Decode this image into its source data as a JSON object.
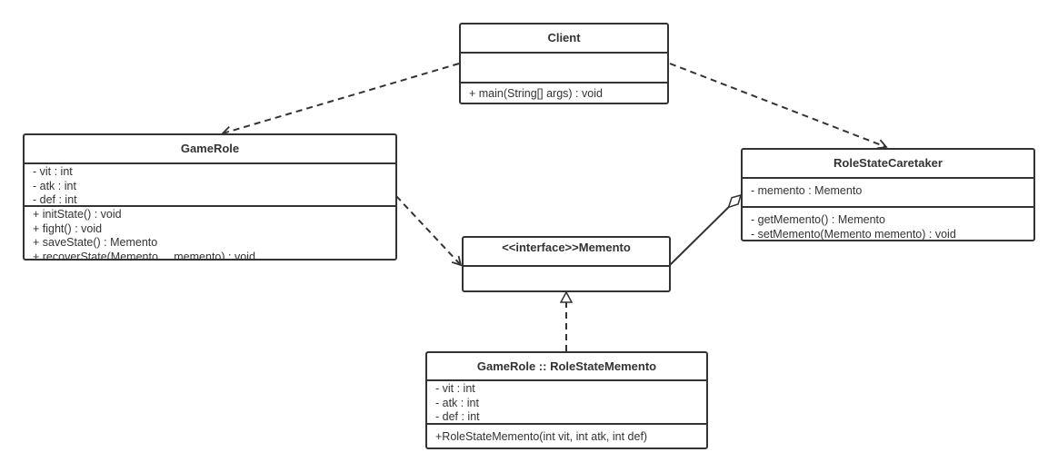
{
  "classes": {
    "client": {
      "name": "Client",
      "attributes": [],
      "methods": [
        "+ main(String[] args) : void"
      ]
    },
    "gamerole": {
      "name": "GameRole",
      "attributes": [
        "- vit : int",
        "- atk : int",
        "- def : int"
      ],
      "methods": [
        "+ initState() : void",
        "+ fight() : void",
        "+ saveState() : Memento",
        "+ recoverState(Memento     memento) : void"
      ]
    },
    "caretaker": {
      "name": "RoleStateCaretaker",
      "attributes": [
        "- memento : Memento"
      ],
      "methods": [
        "- getMemento() : Memento",
        "- setMemento(Memento memento) : void"
      ]
    },
    "memento": {
      "name": "<<interface>>Memento",
      "attributes": [],
      "methods": []
    },
    "rolestatememento": {
      "name": "GameRole :: RoleStateMemento",
      "attributes": [
        "- vit : int",
        "- atk : int",
        "- def : int"
      ],
      "methods": [
        "+RoleStateMemento(int vit, int atk, int def)"
      ]
    }
  },
  "relations": [
    {
      "from": "Client",
      "to": "GameRole",
      "type": "dependency"
    },
    {
      "from": "Client",
      "to": "RoleStateCaretaker",
      "type": "dependency"
    },
    {
      "from": "GameRole",
      "to": "Memento",
      "type": "dependency"
    },
    {
      "from": "RoleStateCaretaker",
      "to": "Memento",
      "type": "aggregation"
    },
    {
      "from": "GameRole :: RoleStateMemento",
      "to": "Memento",
      "type": "realization"
    }
  ],
  "colors": {
    "line": "#333333",
    "background": "#ffffff"
  }
}
